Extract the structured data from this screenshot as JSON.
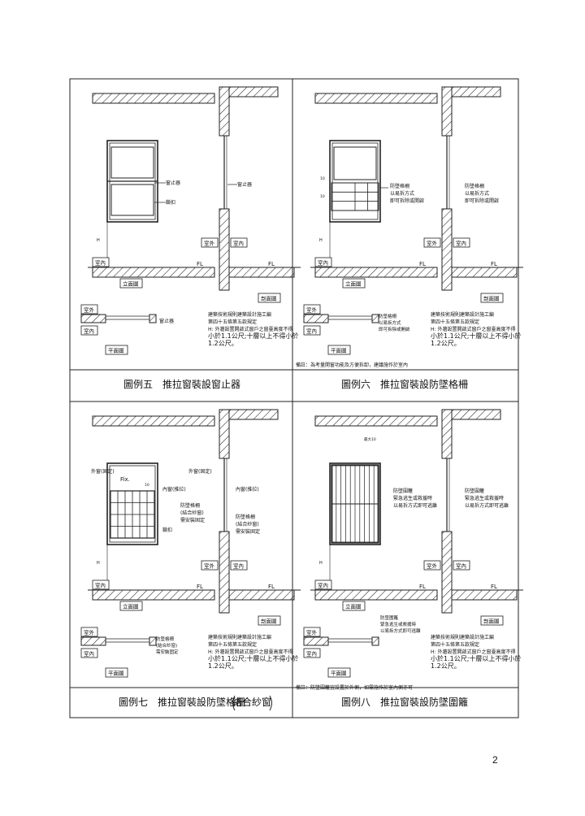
{
  "page_number": "2",
  "labels": {
    "elevation": "立面圖",
    "section": "剖面圖",
    "plan": "平面圖",
    "indoor": "室內",
    "outdoor": "室外",
    "fl": "FL",
    "h_mark": "H",
    "fix": "Fix.",
    "ten": "10",
    "ten_max": "最大10"
  },
  "panels": [
    {
      "caption": "圖例五　推拉窗裝設窗止器",
      "notes": [
        "建築技術規則建築設計施工編",
        "第四十五條第五款規定",
        "H: 外牆設置開啟式窗戶之窗臺高度不得",
        "小於1.1公尺;十層以上不得小於",
        "1.2公尺。"
      ],
      "callouts": {
        "stopper": "窗止器",
        "lock": "鎖扣",
        "stopper_plan": "窗止器"
      },
      "remark": ""
    },
    {
      "caption": "圖例六　推拉窗裝設防墜格柵",
      "notes": [
        "建築技術規則建築設計施工編",
        "第四十五條第五款規定",
        "H: 外牆設置開啟式窗戶之窗臺高度不得",
        "小於1.1公尺;十層以上不得小於",
        "1.2公尺。"
      ],
      "callouts": {
        "grille": [
          "防墜格柵",
          "以易拆方式",
          "即可拆除或開啟"
        ],
        "grille_plan": [
          "防墜格柵",
          "以易拆方式",
          "即可拆除或開啟"
        ]
      },
      "remark": "備註：為考量開窗功能及方便拆卸，建議施作於室內"
    },
    {
      "caption": "圖例七　推拉窗裝設防墜格柵",
      "caption_paren": "結合紗窗",
      "notes": [
        "建築技術規則建築設計施工編",
        "第四十五條第五款規定",
        "H: 外牆設置開啟式窗戶之窗臺高度不得",
        "小於1.1公尺;十層以上不得小於",
        "1.2公尺。"
      ],
      "callouts": {
        "outer": "外窗(固定)",
        "inner": "內窗(推拉)",
        "grille": [
          "防墜格柵",
          "(結合紗窗)",
          "需安裝固定"
        ],
        "lock": "鎖扣",
        "grille_plan": [
          "防墜格柵",
          "(結合紗窗)",
          "需安裝固定"
        ]
      },
      "remark": ""
    },
    {
      "caption": "圖例八　推拉窗裝設防墜圍籬",
      "notes": [
        "建築技術規則建築設計施工編",
        "第四十五條第五款規定",
        "H: 外牆設置開啟式窗戶之窗臺高度不得",
        "小於1.1公尺;十層以上不得小於",
        "1.2公尺。"
      ],
      "callouts": {
        "fence": [
          "防墜圍籬",
          "緊急逃生或救援時",
          "以易拆方式即可逃離"
        ],
        "fence_plan": [
          "防墜圍籬",
          "緊急逃生或救援時",
          "以易拆方式即可逃離"
        ]
      },
      "remark": "備註：防墜圍籬宜設置於外側，如需施作於室內側亦可"
    }
  ]
}
